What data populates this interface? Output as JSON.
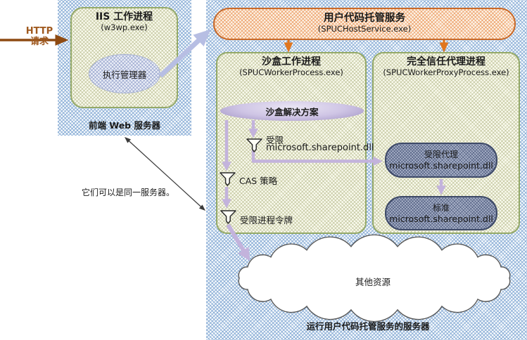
{
  "diagram": {
    "http": {
      "line1": "HTTP",
      "line2": "请求"
    },
    "frontend": {
      "iis_title": "IIS 工作进程",
      "iis_subtitle": "(w3wp.exe)",
      "execution_manager": "执行管理器",
      "caption": "前端 Web 服务器"
    },
    "note": "它们可以是同一服务器。",
    "host_service": {
      "title": "用户代码托管服务",
      "subtitle": "(SPUCHostService.exe)"
    },
    "sandbox_worker": {
      "title": "沙盒工作进程",
      "subtitle": "(SPUCWorkerProcess.exe)",
      "solutions": "沙盒解决方案",
      "restricted": "受限",
      "restricted_dll": "microsoft.sharepoint.dll",
      "cas_policy": "CAS 策略",
      "process_token": "受限进程令牌"
    },
    "proxy_process": {
      "title": "完全信任代理进程",
      "subtitle": "(SPUCWorkerProxyProcess.exe)",
      "restricted_proxy": "受限代理",
      "restricted_proxy_dll": "microsoft.sharepoint.dll",
      "standard": "标准",
      "standard_dll": "microsoft.sharepoint.dll"
    },
    "cloud_label": "其他资源",
    "server_caption": "运行用户代码托管服务的服务器",
    "colors": {
      "orange_border": "#c96a2a",
      "orange_arrow": "#e0761e",
      "olive_border": "#94a968",
      "purple_arrow": "#c3b3dc",
      "lavender_arrow": "#b7bee3",
      "navy_border": "#3e4a68",
      "brown_arrow": "#8e4a12",
      "blue_region": "#d9e4f2"
    }
  }
}
